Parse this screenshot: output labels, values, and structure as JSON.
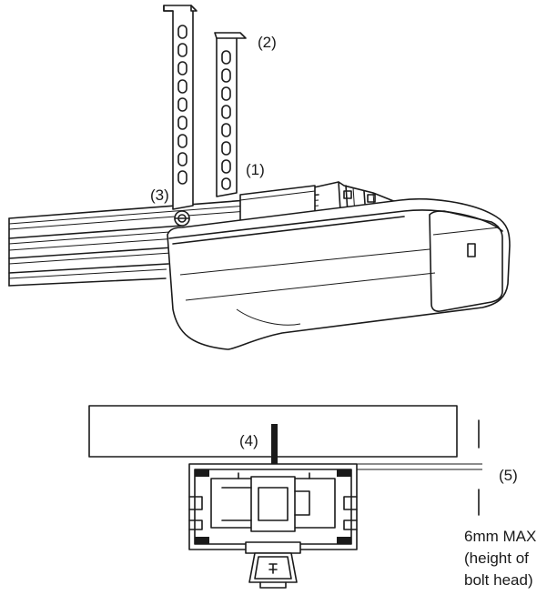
{
  "labels": {
    "l1": "(1)",
    "l2": "(2)",
    "l3": "(3)",
    "l4": "(4)",
    "l5": "(5)"
  },
  "note": {
    "line1": "6mm MAX",
    "line2": "(height of",
    "line3": "bolt head)"
  }
}
